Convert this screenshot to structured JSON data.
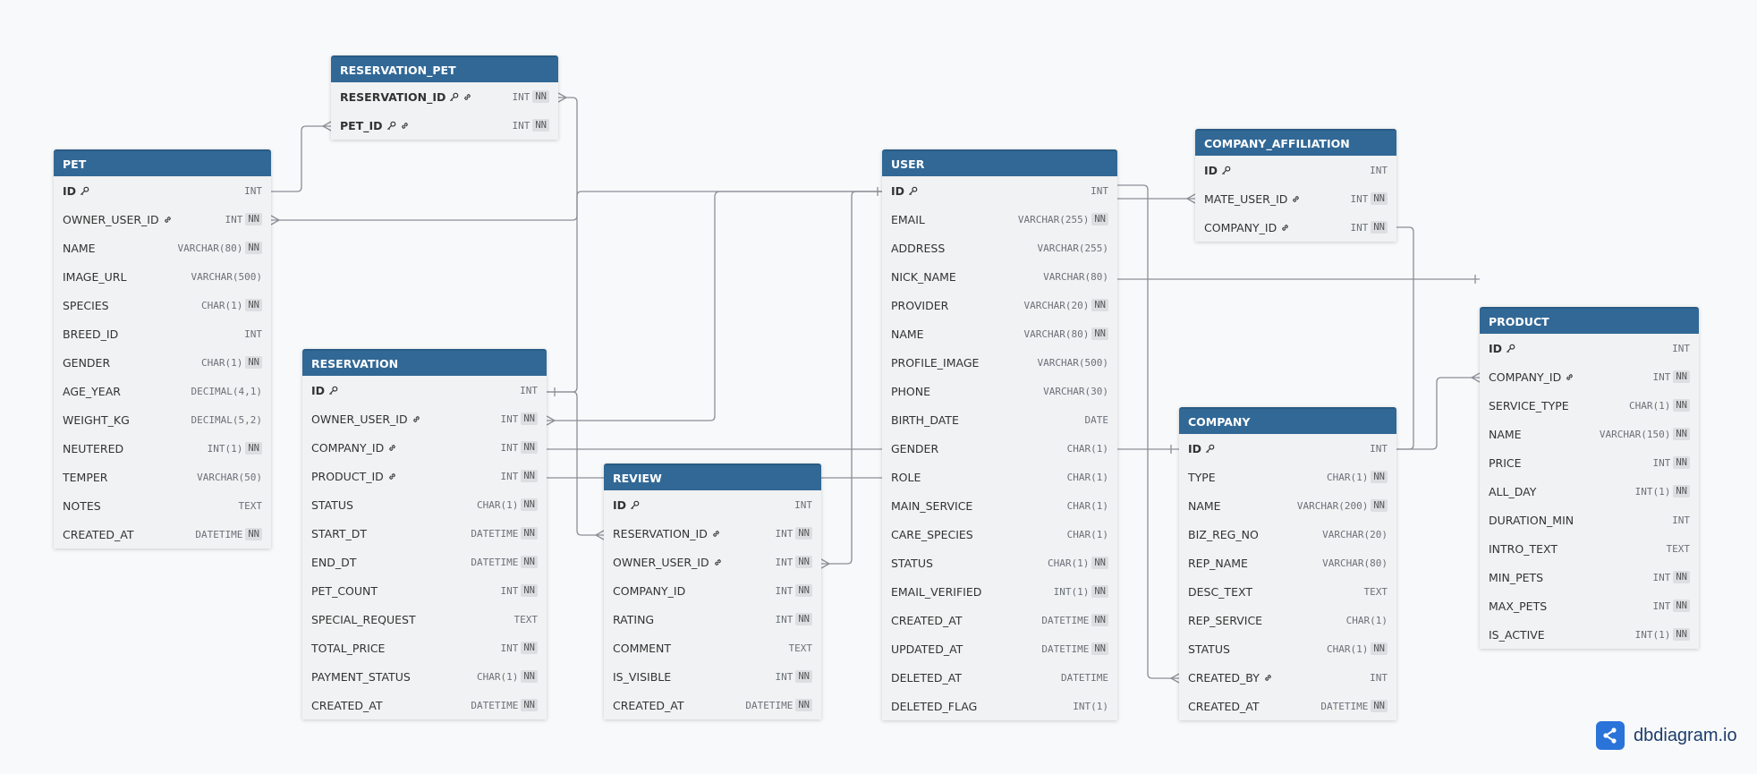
{
  "tables": [
    {
      "id": "reservation_pet",
      "name": "RESERVATION_PET",
      "fields": [
        {
          "name": "RESERVATION_ID",
          "type": "INT",
          "nn": "NN",
          "pk": true,
          "icons": [
            "key-icon",
            "link-icon"
          ]
        },
        {
          "name": "PET_ID",
          "type": "INT",
          "nn": "NN",
          "pk": true,
          "icons": [
            "key-icon",
            "link-icon"
          ]
        }
      ]
    },
    {
      "id": "pet",
      "name": "PET",
      "fields": [
        {
          "name": "ID",
          "type": "INT",
          "pk": true,
          "icons": [
            "key-icon"
          ]
        },
        {
          "name": "OWNER_USER_ID",
          "type": "INT",
          "nn": "NN",
          "icons": [
            "link-icon"
          ]
        },
        {
          "name": "NAME",
          "type": "VARCHAR(80)",
          "nn": "NN"
        },
        {
          "name": "IMAGE_URL",
          "type": "VARCHAR(500)"
        },
        {
          "name": "SPECIES",
          "type": "CHAR(1)",
          "nn": "NN"
        },
        {
          "name": "BREED_ID",
          "type": "INT"
        },
        {
          "name": "GENDER",
          "type": "CHAR(1)",
          "nn": "NN"
        },
        {
          "name": "AGE_YEAR",
          "type": "DECIMAL(4,1)"
        },
        {
          "name": "WEIGHT_KG",
          "type": "DECIMAL(5,2)"
        },
        {
          "name": "NEUTERED",
          "type": "INT(1)",
          "nn": "NN"
        },
        {
          "name": "TEMPER",
          "type": "VARCHAR(50)"
        },
        {
          "name": "NOTES",
          "type": "TEXT"
        },
        {
          "name": "CREATED_AT",
          "type": "DATETIME",
          "nn": "NN"
        }
      ]
    },
    {
      "id": "reservation",
      "name": "RESERVATION",
      "fields": [
        {
          "name": "ID",
          "type": "INT",
          "pk": true,
          "icons": [
            "key-icon"
          ]
        },
        {
          "name": "OWNER_USER_ID",
          "type": "INT",
          "nn": "NN",
          "icons": [
            "link-icon"
          ]
        },
        {
          "name": "COMPANY_ID",
          "type": "INT",
          "nn": "NN",
          "icons": [
            "link-icon"
          ]
        },
        {
          "name": "PRODUCT_ID",
          "type": "INT",
          "nn": "NN",
          "icons": [
            "link-icon"
          ]
        },
        {
          "name": "STATUS",
          "type": "CHAR(1)",
          "nn": "NN"
        },
        {
          "name": "START_DT",
          "type": "DATETIME",
          "nn": "NN"
        },
        {
          "name": "END_DT",
          "type": "DATETIME",
          "nn": "NN"
        },
        {
          "name": "PET_COUNT",
          "type": "INT",
          "nn": "NN"
        },
        {
          "name": "SPECIAL_REQUEST",
          "type": "TEXT"
        },
        {
          "name": "TOTAL_PRICE",
          "type": "INT",
          "nn": "NN"
        },
        {
          "name": "PAYMENT_STATUS",
          "type": "CHAR(1)",
          "nn": "NN"
        },
        {
          "name": "CREATED_AT",
          "type": "DATETIME",
          "nn": "NN"
        }
      ]
    },
    {
      "id": "review",
      "name": "REVIEW",
      "fields": [
        {
          "name": "ID",
          "type": "INT",
          "pk": true,
          "icons": [
            "key-icon"
          ]
        },
        {
          "name": "RESERVATION_ID",
          "type": "INT",
          "nn": "NN",
          "icons": [
            "link-icon"
          ]
        },
        {
          "name": "OWNER_USER_ID",
          "type": "INT",
          "nn": "NN",
          "icons": [
            "link-icon"
          ]
        },
        {
          "name": "COMPANY_ID",
          "type": "INT",
          "nn": "NN"
        },
        {
          "name": "RATING",
          "type": "INT",
          "nn": "NN"
        },
        {
          "name": "COMMENT",
          "type": "TEXT"
        },
        {
          "name": "IS_VISIBLE",
          "type": "INT",
          "nn": "NN"
        },
        {
          "name": "CREATED_AT",
          "type": "DATETIME",
          "nn": "NN"
        }
      ]
    },
    {
      "id": "user",
      "name": "USER",
      "fields": [
        {
          "name": "ID",
          "type": "INT",
          "pk": true,
          "icons": [
            "key-icon"
          ]
        },
        {
          "name": "EMAIL",
          "type": "VARCHAR(255)",
          "nn": "NN"
        },
        {
          "name": "ADDRESS",
          "type": "VARCHAR(255)"
        },
        {
          "name": "NICK_NAME",
          "type": "VARCHAR(80)"
        },
        {
          "name": "PROVIDER",
          "type": "VARCHAR(20)",
          "nn": "NN"
        },
        {
          "name": "NAME",
          "type": "VARCHAR(80)",
          "nn": "NN"
        },
        {
          "name": "PROFILE_IMAGE",
          "type": "VARCHAR(500)"
        },
        {
          "name": "PHONE",
          "type": "VARCHAR(30)"
        },
        {
          "name": "BIRTH_DATE",
          "type": "DATE"
        },
        {
          "name": "GENDER",
          "type": "CHAR(1)"
        },
        {
          "name": "ROLE",
          "type": "CHAR(1)"
        },
        {
          "name": "MAIN_SERVICE",
          "type": "CHAR(1)"
        },
        {
          "name": "CARE_SPECIES",
          "type": "CHAR(1)"
        },
        {
          "name": "STATUS",
          "type": "CHAR(1)",
          "nn": "NN"
        },
        {
          "name": "EMAIL_VERIFIED",
          "type": "INT(1)",
          "nn": "NN"
        },
        {
          "name": "CREATED_AT",
          "type": "DATETIME",
          "nn": "NN"
        },
        {
          "name": "UPDATED_AT",
          "type": "DATETIME",
          "nn": "NN"
        },
        {
          "name": "DELETED_AT",
          "type": "DATETIME"
        },
        {
          "name": "DELETED_FLAG",
          "type": "INT(1)"
        }
      ]
    },
    {
      "id": "company_affiliation",
      "name": "COMPANY_AFFILIATION",
      "fields": [
        {
          "name": "ID",
          "type": "INT",
          "pk": true,
          "icons": [
            "key-icon"
          ]
        },
        {
          "name": "MATE_USER_ID",
          "type": "INT",
          "nn": "NN",
          "icons": [
            "link-icon"
          ]
        },
        {
          "name": "COMPANY_ID",
          "type": "INT",
          "nn": "NN",
          "icons": [
            "link-icon"
          ]
        }
      ]
    },
    {
      "id": "company",
      "name": "COMPANY",
      "fields": [
        {
          "name": "ID",
          "type": "INT",
          "pk": true,
          "icons": [
            "key-icon"
          ]
        },
        {
          "name": "TYPE",
          "type": "CHAR(1)",
          "nn": "NN"
        },
        {
          "name": "NAME",
          "type": "VARCHAR(200)",
          "nn": "NN"
        },
        {
          "name": "BIZ_REG_NO",
          "type": "VARCHAR(20)"
        },
        {
          "name": "REP_NAME",
          "type": "VARCHAR(80)"
        },
        {
          "name": "DESC_TEXT",
          "type": "TEXT"
        },
        {
          "name": "REP_SERVICE",
          "type": "CHAR(1)"
        },
        {
          "name": "STATUS",
          "type": "CHAR(1)",
          "nn": "NN"
        },
        {
          "name": "CREATED_BY",
          "type": "INT",
          "icons": [
            "link-icon"
          ]
        },
        {
          "name": "CREATED_AT",
          "type": "DATETIME",
          "nn": "NN"
        }
      ]
    },
    {
      "id": "product",
      "name": "PRODUCT",
      "fields": [
        {
          "name": "ID",
          "type": "INT",
          "pk": true,
          "icons": [
            "key-icon"
          ]
        },
        {
          "name": "COMPANY_ID",
          "type": "INT",
          "nn": "NN",
          "icons": [
            "link-icon"
          ]
        },
        {
          "name": "SERVICE_TYPE",
          "type": "CHAR(1)",
          "nn": "NN"
        },
        {
          "name": "NAME",
          "type": "VARCHAR(150)",
          "nn": "NN"
        },
        {
          "name": "PRICE",
          "type": "INT",
          "nn": "NN"
        },
        {
          "name": "ALL_DAY",
          "type": "INT(1)",
          "nn": "NN"
        },
        {
          "name": "DURATION_MIN",
          "type": "INT"
        },
        {
          "name": "INTRO_TEXT",
          "type": "TEXT"
        },
        {
          "name": "MIN_PETS",
          "type": "INT",
          "nn": "NN"
        },
        {
          "name": "MAX_PETS",
          "type": "INT",
          "nn": "NN"
        },
        {
          "name": "IS_ACTIVE",
          "type": "INT(1)",
          "nn": "NN"
        }
      ]
    }
  ],
  "brand": {
    "text": "dbdiagram.io",
    "icon": "share-icon"
  },
  "colors": {
    "header": "#316896",
    "background": "#f8f9fa",
    "row_bg": "#f1f2f3",
    "edge": "#8a8f96",
    "brand": "#2a73d9"
  }
}
